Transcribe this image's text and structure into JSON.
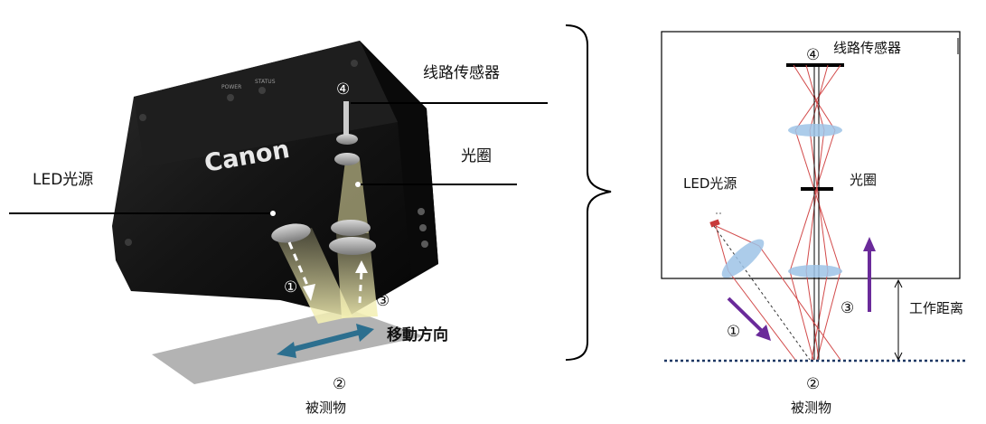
{
  "left_view": {
    "brand": "Canon",
    "power_label": "POWER",
    "status_label": "STATUS",
    "label_line_sensor": "线路传感器",
    "label_aperture": "光圈",
    "label_led": "LED光源",
    "label_direction": "移動方向",
    "label_object": "被测物",
    "marker_1": "①",
    "marker_2": "②",
    "marker_3": "③",
    "marker_4": "④"
  },
  "right_view": {
    "label_line_sensor": "线路传感器",
    "label_aperture": "光圈",
    "label_led": "LED光源",
    "label_working_distance": "工作距离",
    "label_object": "被测物",
    "marker_1": "①",
    "marker_2": "②",
    "marker_3": "③",
    "marker_4": "④"
  },
  "colors": {
    "housing": "#141414",
    "arrow_blue": "#2c6f8f",
    "arrow_purple": "#6a2a9a",
    "ray_red": "#d24a4a",
    "lens_blue": "#9dc3e6",
    "beam_yellow": "#f2efb0",
    "dotted_line": "#1f3864"
  }
}
